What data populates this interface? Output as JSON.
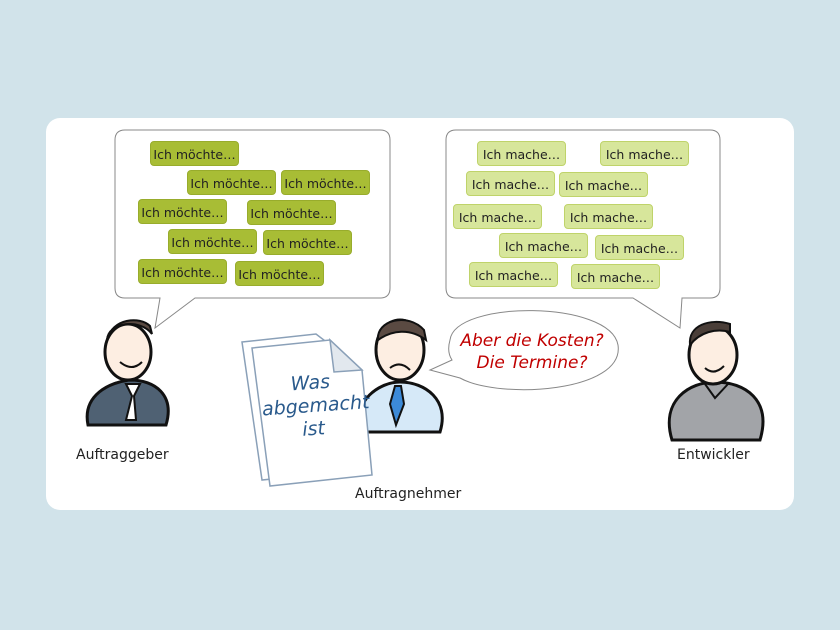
{
  "client_bubble": {
    "items": [
      "Ich möchte…",
      "Ich möchte…",
      "Ich möchte…",
      "Ich möchte…",
      "Ich möchte…",
      "Ich möchte…",
      "Ich möchte…",
      "Ich möchte…",
      "Ich möchte…"
    ]
  },
  "developer_bubble": {
    "items": [
      "Ich mache…",
      "Ich mache…",
      "Ich mache…",
      "Ich mache…",
      "Ich mache…",
      "Ich mache…",
      "Ich mache…",
      "Ich mache…",
      "Ich mache…",
      "Ich mache…"
    ]
  },
  "contractor_speech": {
    "line1": "Aber die Kosten?",
    "line2": "Die Termine?"
  },
  "document": {
    "line1": "Was",
    "line2": "abgemacht",
    "line3": "ist"
  },
  "labels": {
    "client": "Auftraggeber",
    "contractor": "Auftragnehmer",
    "developer": "Entwickler"
  },
  "colors": {
    "client_chip": "#a8bd35",
    "developer_chip": "#d7e69b",
    "speech_text": "#c00000",
    "document_text": "#2a5a8c",
    "background": "#d1e3ea"
  }
}
